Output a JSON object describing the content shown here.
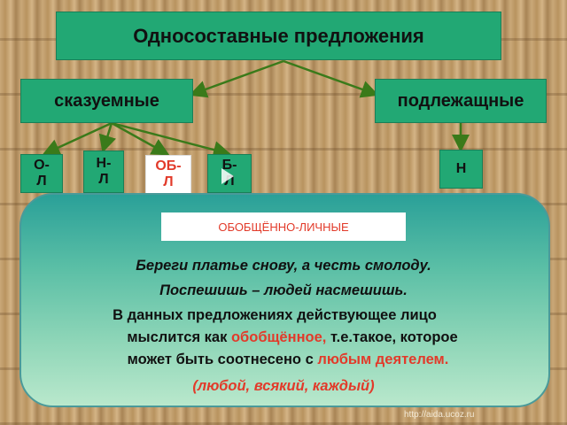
{
  "title": "Односоставные предложения",
  "branches": {
    "left": "сказуемные",
    "right": "подлежащные"
  },
  "subtypes": [
    {
      "line1": "О-",
      "line2": "Л"
    },
    {
      "line1": "Н-",
      "line2": "Л"
    },
    {
      "line1": "ОБ-",
      "line2": "Л"
    },
    {
      "line1": "Б-",
      "line2": "Л"
    }
  ],
  "subject_type": "Н",
  "panel": {
    "label": "ОБОБЩЁННО-ЛИЧНЫЕ",
    "example1": "Береги платье снову, а честь смолоду.",
    "example2": "Поспешишь – людей насмешишь.",
    "text_a": "В данных предложениях действующее лицо",
    "text_b1": "мыслится как ",
    "text_b_red": "обобщённое,",
    "text_b2": " т.е.такое, которое",
    "text_c1": "может быть соотнесено с ",
    "text_c_red": "любым деятелем.",
    "note": "(любой, всякий, каждый)"
  },
  "watermark": "http://aida.ucoz.ru",
  "colors": {
    "box": "#22a874",
    "accent_red": "#e23a2a",
    "arrow": "#3a7a1a"
  }
}
